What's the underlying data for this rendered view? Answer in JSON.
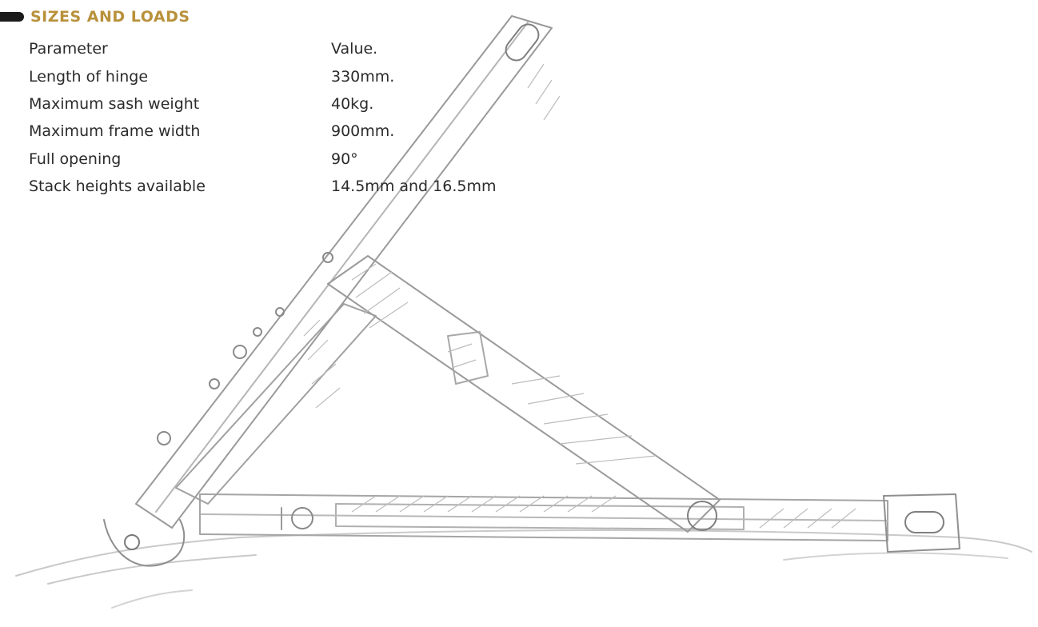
{
  "section": {
    "title": "SIZES AND LOADS"
  },
  "table": {
    "header": {
      "parameter": "Parameter",
      "value": "Value."
    },
    "rows": [
      {
        "parameter": "Length of hinge",
        "value": "330mm."
      },
      {
        "parameter": "Maximum sash weight",
        "value": "40kg."
      },
      {
        "parameter": "Maximum frame width",
        "value": "900mm."
      },
      {
        "parameter": "Full opening",
        "value": "90°"
      },
      {
        "parameter": "Stack heights available",
        "value": "14.5mm and 16.5mm"
      }
    ]
  },
  "illustration": {
    "subject": "friction-hinge-sketch-icon",
    "stroke_color": "#9a9a9a",
    "shade_color": "#c9c9c9"
  },
  "colors": {
    "accent": "#b8913a",
    "text": "#2b2b2b",
    "bullet": "#1a1a1a"
  }
}
